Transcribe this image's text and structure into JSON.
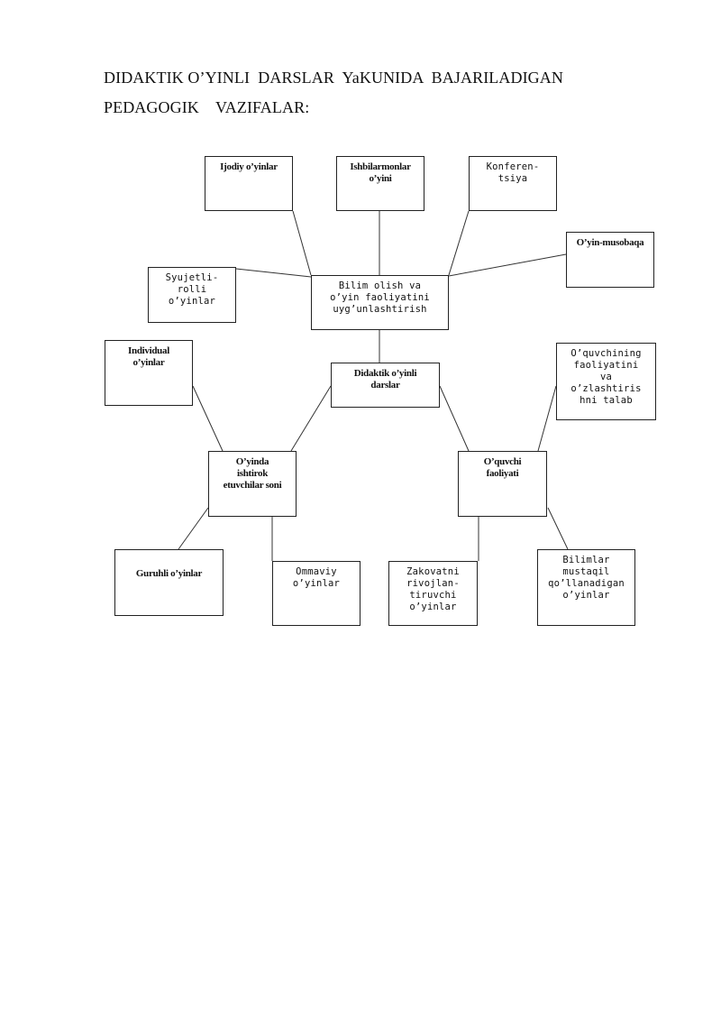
{
  "heading": {
    "line1": "DIDAKTIK O’YINLI  DARSLAR  YaKUNIDA  BAJARILADIGAN",
    "line2": "PEDAGOGIK    VAZIFALAR:"
  },
  "nodes": {
    "ijodiy": "Ijodiy o’yinlar",
    "ishbilarmonlar": "Ishbilarmonlar\no’yini",
    "konferentsiya": "Konferen-\ntsiya",
    "oyin_musobaqa": "O’yin-musobaqa",
    "syujetli": "Syujetli-\nrolli\no’yinlar",
    "bilim": "Bilim olish va\no’yin faoliyatini\nuyg’unlashtirish",
    "individual": "Individual\no’yinlar",
    "didaktik": "Didaktik o’yinli\ndarslar",
    "oquvchining": "O’quvchining\nfaoliyatini\nva\no’zlashtiris\nhni talab",
    "ishtirok": "O’yinda\nishtirok\netuvchilar soni",
    "oquvchi_faoliyati": "O’quvchi\nfaoliyati",
    "guruhli": "Guruhli o’yinlar",
    "ommaviy": "Ommaviy\no’yinlar",
    "zakovat": "Zakovatni\nrivojlan-\ntiruvchi\no’yinlar",
    "bilimlar": "Bilimlar\nmustaqil\nqo’llanadigan\no’yinlar"
  }
}
